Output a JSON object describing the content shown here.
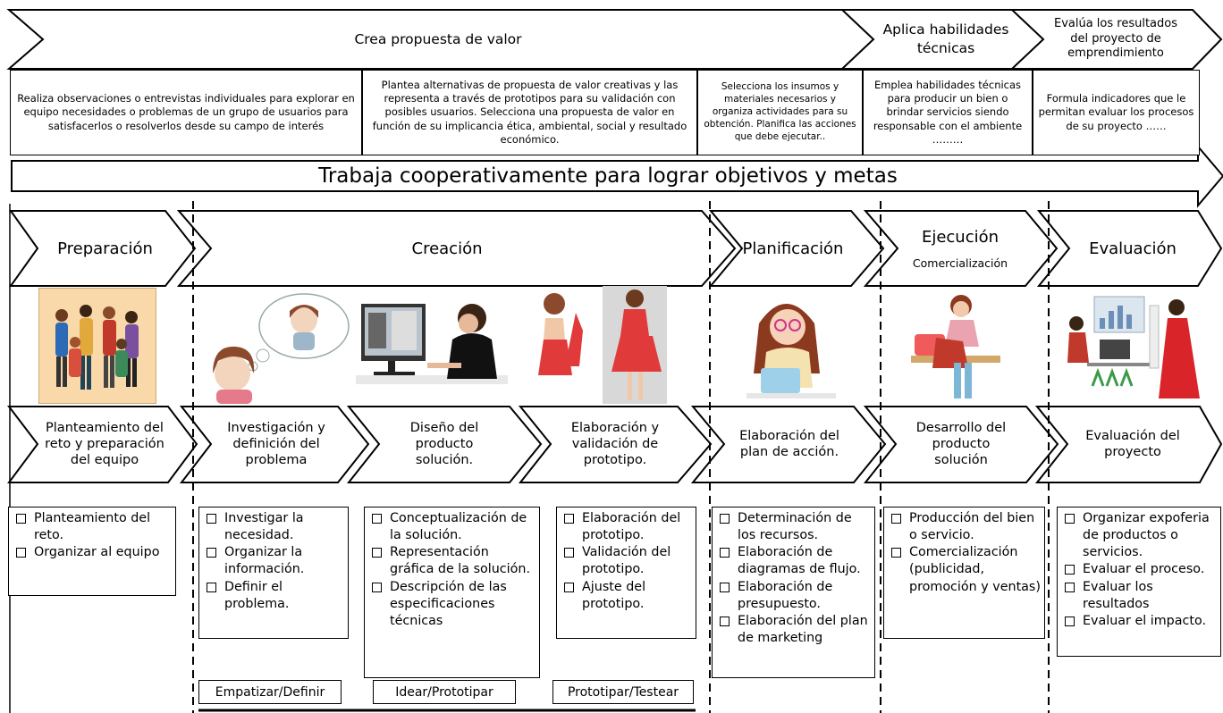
{
  "top_banner": {
    "crea_propuesta": "Crea propuesta de valor",
    "aplica_habilidades": "Aplica habilidades técnicas",
    "evalua_resultados": "Evalúa los resultados del proyecto de emprendimiento"
  },
  "competency_boxes": [
    "Realiza observaciones o entrevistas individuales para explorar en equipo necesidades o problemas de un grupo de usuarios para satisfacerlos o resolverlos desde su campo de interés",
    "Plantea alternativas de propuesta de valor creativas y las representa a través de prototipos para su validación con posibles usuarios. Selecciona una propuesta de valor en función de su implicancia ética, ambiental, social y resultado económico.",
    "Selecciona los insumos y materiales necesarios y organiza actividades para su obtención. Planifica las acciones que debe ejecutar..",
    "Emplea habilidades técnicas para producir un bien o brindar servicios siendo responsable con el ambiente ………",
    "Formula indicadores que le permitan evaluar los procesos de su proyecto ……"
  ],
  "trabaja_banner": "Trabaja cooperativamente para lograr objetivos y metas",
  "phases": {
    "preparacion": "Preparación",
    "creacion": "Creación",
    "planificacion": "Planificación",
    "ejecucion": "Ejecución",
    "comercializacion": "Comercialización",
    "evaluacion": "Evaluación"
  },
  "steps": [
    "Planteamiento del reto y preparación del equipo",
    "Investigación y definición del problema",
    "Diseño del producto solución.",
    "Elaboración y validación de prototipo.",
    "Elaboración del plan de acción.",
    "Desarrollo del producto solución",
    "Evaluación del proyecto"
  ],
  "lists": [
    [
      "Planteamiento del reto.",
      "Organizar al equipo"
    ],
    [
      "Investigar la necesidad.",
      "Organizar la información.",
      "Definir el problema."
    ],
    [
      "Conceptualización de la solución.",
      "Representación gráfica de la solución.",
      "Descripción de las especificaciones técnicas"
    ],
    [
      "Elaboración del prototipo.",
      "Validación del prototipo.",
      "Ajuste del prototipo."
    ],
    [
      "Determinación de los recursos.",
      "Elaboración de diagramas de flujo.",
      "Elaboración de presupuesto.",
      "Elaboración del plan de marketing"
    ],
    [
      "Producción del bien o servicio.",
      "Comercialización (publicidad, promoción y ventas)"
    ],
    [
      "Organizar expoferia de productos o servicios.",
      "Evaluar el proceso.",
      "Evaluar los resultados",
      "Evaluar el impacto."
    ]
  ],
  "method_tags": [
    "Empatizar/Definir",
    "Idear/Prototipar",
    "Prototipar/Testear"
  ]
}
